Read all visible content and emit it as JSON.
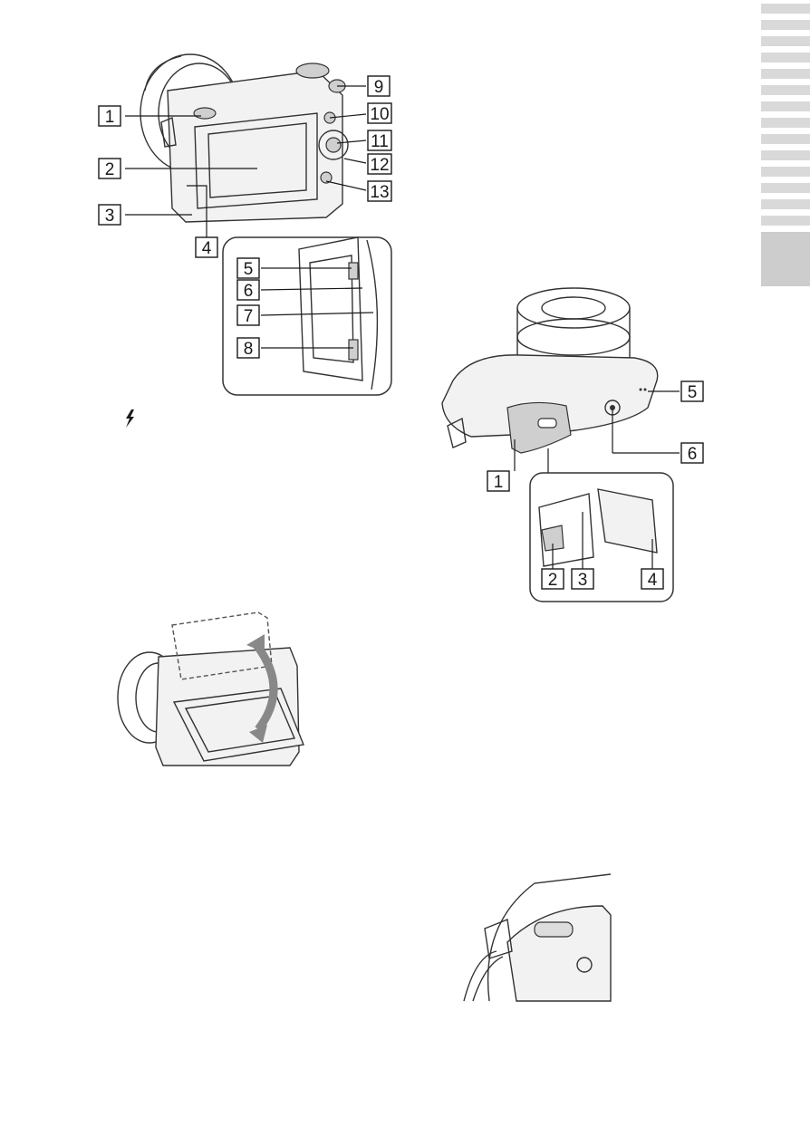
{
  "diagram_rear": {
    "callouts": [
      "1",
      "2",
      "3",
      "4",
      "5",
      "6",
      "7",
      "8",
      "9",
      "10",
      "11",
      "12",
      "13"
    ]
  },
  "flash_icon": "lightning-icon",
  "diagram_bottom": {
    "callouts": [
      "1",
      "2",
      "3",
      "4",
      "5",
      "6"
    ]
  },
  "sidebar": {
    "tab_count": 14,
    "active_index": 14
  },
  "colors": {
    "tab": "#d9d9d9",
    "tab_active": "#cdcdcd",
    "line": "#1a1a1a"
  }
}
